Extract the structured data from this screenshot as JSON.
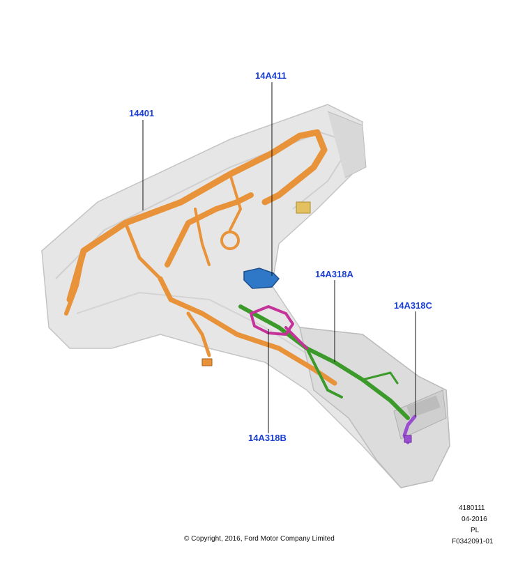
{
  "callouts": {
    "main_harness": "14401",
    "top_harness": "14A411",
    "console_a": "14A318A",
    "console_b": "14A318B",
    "console_c": "14A318C"
  },
  "footer": {
    "copyright": "© Copyright, 2016, Ford Motor Company Limited",
    "part_code": "4180111",
    "date": "04-2016",
    "region": "PL",
    "figure_id": "F0342091-01"
  },
  "colors": {
    "harness_orange": "#e8923a",
    "harness_blue": "#2f78c8",
    "harness_green": "#3c9a2a",
    "harness_magenta": "#c4329a",
    "harness_violet": "#9a4fd0",
    "callout_text": "#1a3fd6",
    "dashboard_grey": "#e6e6e6"
  }
}
